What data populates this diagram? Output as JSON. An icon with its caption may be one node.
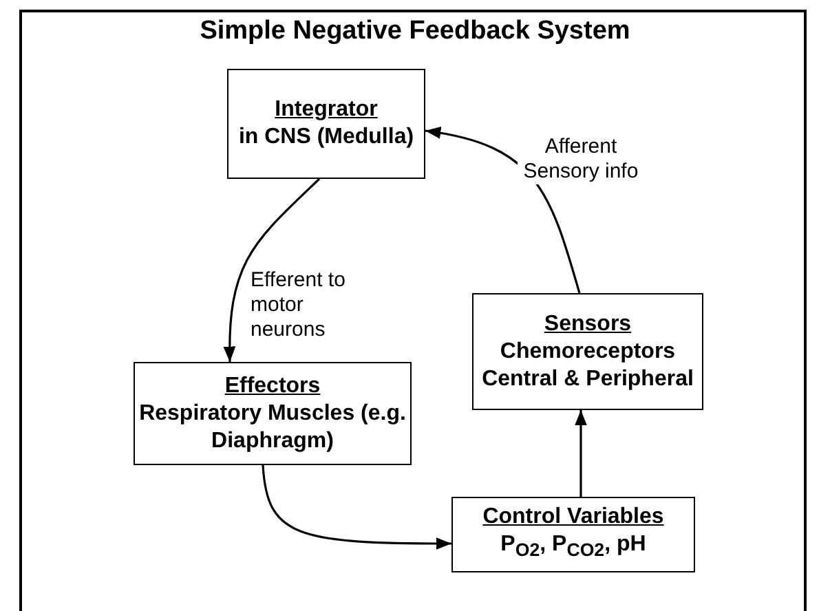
{
  "diagram": {
    "title": "Simple Negative Feedback System",
    "nodes": [
      {
        "text": [
          "Integrator",
          "in CNS (Medulla)"
        ]
      },
      {
        "text": [
          "Effectors",
          "Respiratory Muscles (e.g. Diaphragm)"
        ]
      },
      {
        "text": [
          "Control Variables",
          "P$_{O2}$, P$_{CO2}$, pH"
        ]
      },
      {
        "text": [
          "Sensors",
          "Chemoreceptors Central & Peripheral"
        ]
      }
    ],
    "edges": [
      {
        "from": 0,
        "to": 1,
        "arrow": "to",
        "label": "Efferent to motor neurons"
      },
      {
        "from": 1,
        "to": 2,
        "arrow": "to"
      },
      {
        "from": 2,
        "to": 3,
        "arrow": "to"
      },
      {
        "from": 3,
        "to": 0,
        "arrow": "to",
        "label": "Afferent Sensory info"
      }
    ]
  }
}
